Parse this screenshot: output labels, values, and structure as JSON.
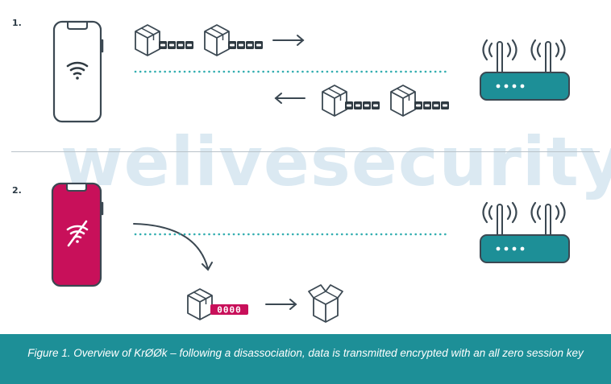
{
  "steps": [
    {
      "label": "1."
    },
    {
      "label": "2."
    }
  ],
  "watermark": "welivesecurity",
  "packet_key_step2": "0000",
  "caption": "Figure 1. Overview of KrØØk – following a disassociation, data is transmitted encrypted with an all zero session key",
  "colors": {
    "teal": "#1d8f97",
    "crimson": "#c8105a",
    "outline": "#3b4852",
    "dotted": "#33aeb0",
    "watermark": "#dbe9f2"
  },
  "icons": [
    "smartphone-icon",
    "wifi-icon",
    "wifi-off-icon",
    "router-icon",
    "box-icon",
    "open-box-icon",
    "arrow-right-icon",
    "arrow-left-icon"
  ]
}
